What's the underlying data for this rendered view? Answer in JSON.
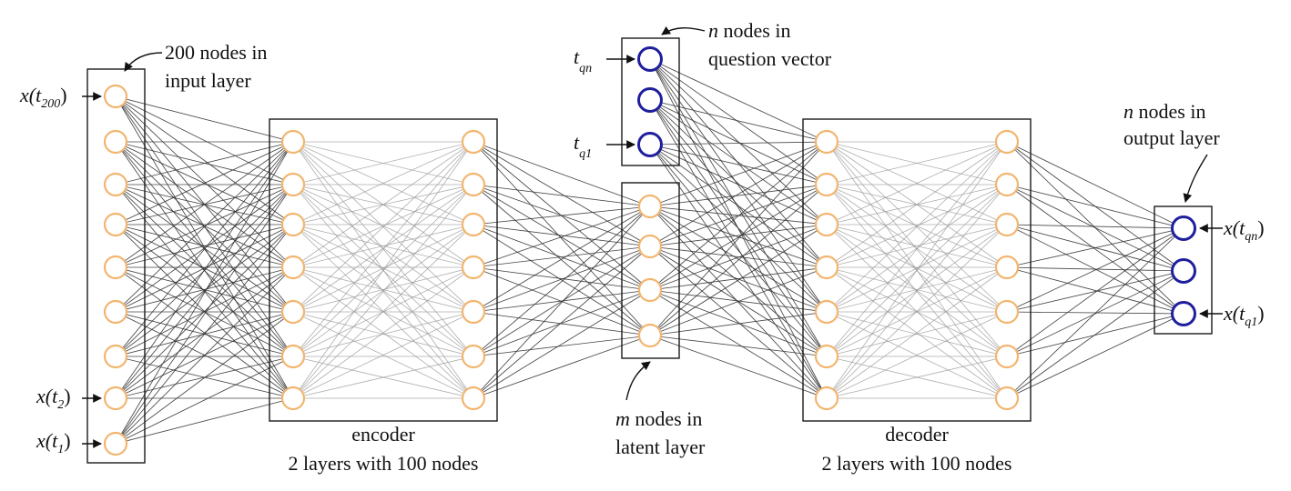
{
  "annotations": {
    "input": {
      "line1": "200 nodes in",
      "line2": "input layer"
    },
    "question": {
      "var": "n",
      "line1_rest": " nodes in",
      "line2": "question vector"
    },
    "output": {
      "var": "n",
      "line1_rest": " nodes in",
      "line2": "output layer"
    },
    "latent": {
      "var": "m",
      "line1_rest": " nodes in",
      "line2": "latent layer"
    },
    "encoder": {
      "line1": "encoder",
      "line2": "2 layers with 100 nodes"
    },
    "decoder": {
      "line1": "decoder",
      "line2": "2 layers with 100 nodes"
    }
  },
  "input_labels": [
    {
      "base": "x(t",
      "sub": "200",
      "close": ")"
    },
    {
      "base": "x(t",
      "sub": "2",
      "close": ")"
    },
    {
      "base": "x(t",
      "sub": "1",
      "close": ")"
    }
  ],
  "question_labels": [
    {
      "base": "t",
      "sub": "qn"
    },
    {
      "base": "t",
      "sub": "q1"
    }
  ],
  "output_labels": [
    {
      "base": "x(t",
      "sub": "qn",
      "close": ")"
    },
    {
      "base": "x(t",
      "sub": "q1",
      "close": ")"
    }
  ],
  "colors": {
    "hidden_node": "#f2b56f",
    "question_output_node": "#1f1f9e",
    "dense_edge": "#333333",
    "internal_edge": "#9a9a9a"
  }
}
